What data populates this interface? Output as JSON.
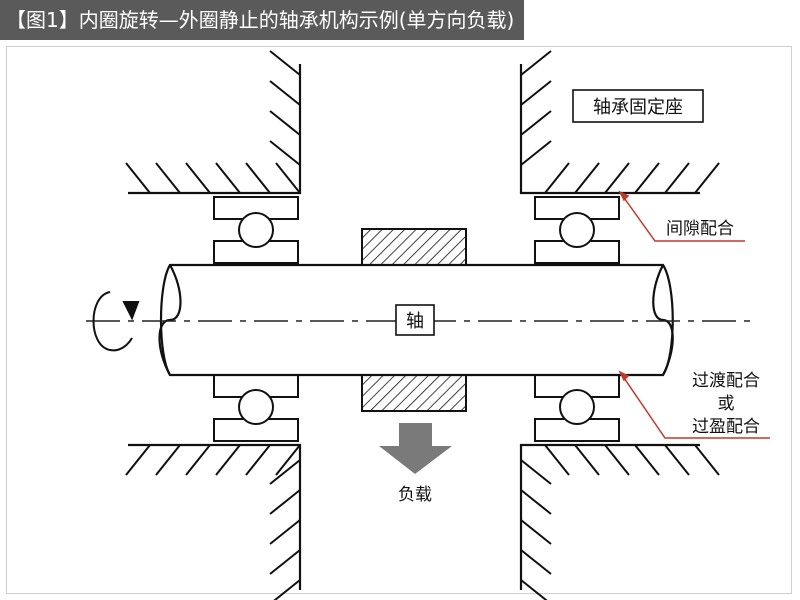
{
  "title": "【图1】内圈旋转—外圈静止的轴承机构示例(单方向负载)",
  "labels": {
    "housing": "轴承固定座",
    "shaft": "轴",
    "clearance_fit": "间隙配合",
    "transition_fit": "过渡配合",
    "or": "或",
    "interference_fit": "过盈配合",
    "load": "负载"
  },
  "colors": {
    "title_bg": "#5a5a5a",
    "title_text": "#ffffff",
    "line": "#111111",
    "leader": "#c0392b",
    "load_arrow": "#7a7a7a"
  }
}
